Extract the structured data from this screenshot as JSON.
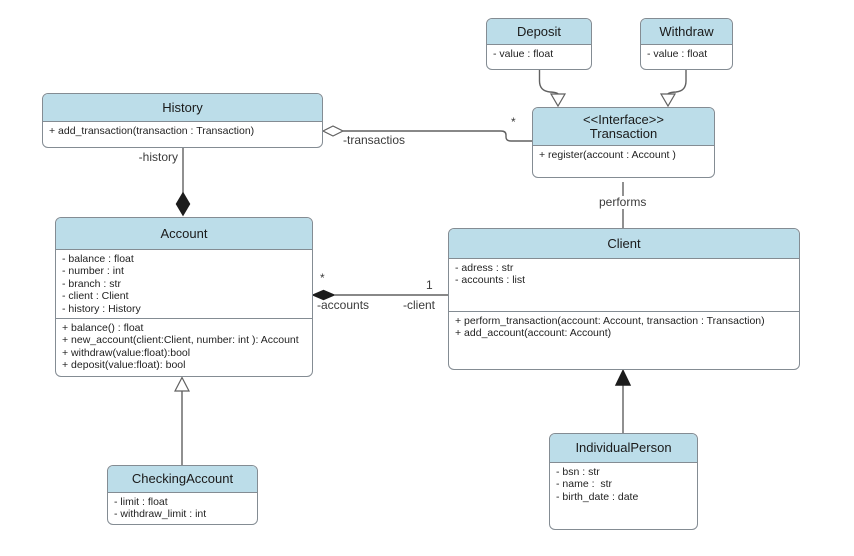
{
  "diagram": {
    "classes": {
      "deposit": {
        "title": "Deposit",
        "attributes": [
          "- value : float"
        ]
      },
      "withdraw": {
        "title": "Withdraw",
        "attributes": [
          "- value : float"
        ]
      },
      "history": {
        "title": "History",
        "methods": [
          "+ add_transaction(transaction : Transaction)"
        ]
      },
      "transaction": {
        "stereotype": "<<Interface>>",
        "title": "Transaction",
        "methods": [
          "+ register(account : Account )"
        ]
      },
      "account": {
        "title": "Account",
        "attributes": [
          "- balance : float",
          "- number : int",
          "- branch : str",
          "- client : Client",
          "- history : History"
        ],
        "methods": [
          "+ balance() : float",
          "+ new_account(client:Client, number: int ): Account",
          "+ withdraw(value:float):bool",
          "+ deposit(value:float): bool"
        ]
      },
      "client": {
        "title": "Client",
        "attributes": [
          "- adress : str",
          "- accounts : list"
        ],
        "methods": [
          "+ perform_transaction(account: Account, transaction : Transaction)",
          "+ add_account(account: Account)"
        ]
      },
      "checking_account": {
        "title": "CheckingAccount",
        "attributes": [
          "- limit : float",
          "- withdraw_limit : int"
        ]
      },
      "individual_person": {
        "title": "IndividualPerson",
        "attributes": [
          "- bsn : str",
          "- name :  str",
          "- birth_date : date"
        ]
      }
    },
    "edge_labels": {
      "history_role": "-history",
      "transactions_role": "-transactios",
      "transactions_multiplicity": "*",
      "performs": "performs",
      "accounts_multiplicity": "*",
      "accounts_role": "-accounts",
      "client_multiplicity": "1",
      "client_role": "-client"
    },
    "colors": {
      "header_fill": "#bcdde9",
      "box_border": "#848c93",
      "line": "#616161",
      "background": "#ffffff"
    }
  }
}
